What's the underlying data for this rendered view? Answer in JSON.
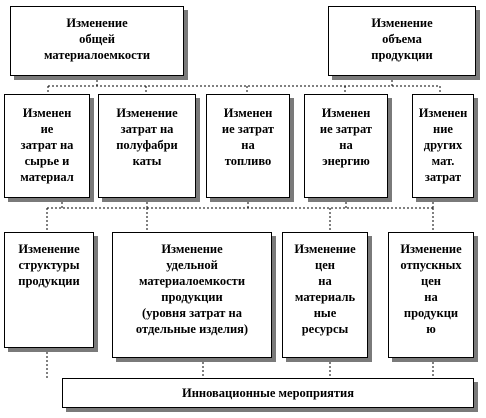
{
  "diagram": {
    "top": {
      "material_intensity": "Изменение\nобщей\nматериалоемкости",
      "production_volume": "Изменение\nобъема\nпродукции"
    },
    "middle": [
      "Изменен\nие\nзатрат на\nсырье и\nматериал",
      "Изменение\nзатрат на\nполуфабри\nкаты",
      "Изменен\nие затрат\nна\nтопливо",
      "Изменен\nие затрат\nна\nэнергию",
      "Изменен\nние\nдругих\nмат.\nзатрат"
    ],
    "bottom": [
      "Изменение\nструктуры\nпродукции",
      "Изменение\nудельной\nматериалоемкости\nпродукции\n(уровня затрат на\nотдельные изделия)",
      "Изменение\nцен\nна\nматериаль\nные\nресурсы",
      "Изменение\nотпускных\nцен\nна\nпродукци\nю"
    ],
    "footer": "Инновационные мероприятия"
  }
}
